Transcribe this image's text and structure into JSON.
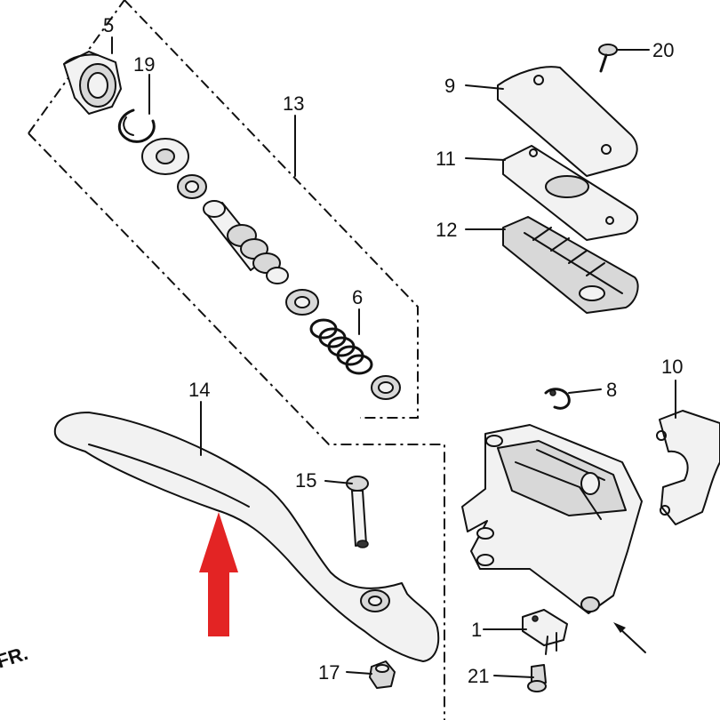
{
  "callouts": [
    {
      "id": "5",
      "text": "5"
    },
    {
      "id": "19",
      "text": "19"
    },
    {
      "id": "13",
      "text": "13"
    },
    {
      "id": "6",
      "text": "6"
    },
    {
      "id": "20",
      "text": "20"
    },
    {
      "id": "9",
      "text": "9"
    },
    {
      "id": "11",
      "text": "11"
    },
    {
      "id": "12",
      "text": "12"
    },
    {
      "id": "10",
      "text": "10"
    },
    {
      "id": "8",
      "text": "8"
    },
    {
      "id": "14",
      "text": "14"
    },
    {
      "id": "15",
      "text": "15"
    },
    {
      "id": "1",
      "text": "1"
    },
    {
      "id": "21",
      "text": "21"
    },
    {
      "id": "17",
      "text": "17"
    }
  ],
  "edge_text": "FR.",
  "highlight": {
    "color": "#e32424",
    "target": "14"
  }
}
